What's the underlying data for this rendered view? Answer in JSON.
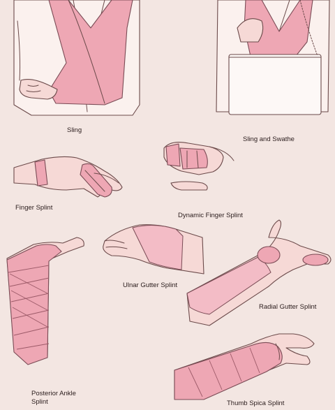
{
  "labels": {
    "sling": "Sling",
    "sling_and_swathe": "Sling and Swathe",
    "finger_splint": "Finger Splint",
    "dynamic_finger_splint": "Dynamic Finger Splint",
    "ulnar_gutter_splint": "Ulnar Gutter Splint",
    "radial_gutter_splint": "Radial Gutter Splint",
    "posterior_ankle_splint_line1": "Posterior Ankle",
    "posterior_ankle_splint_line2": "Splint",
    "thumb_spica_splint": "Thumb Spica Splint"
  },
  "colors": {
    "background": "#f3e6e2",
    "bandage_pink": "#eea7b4",
    "skin": "#f6d9d6",
    "outline": "#6b4a4a"
  }
}
